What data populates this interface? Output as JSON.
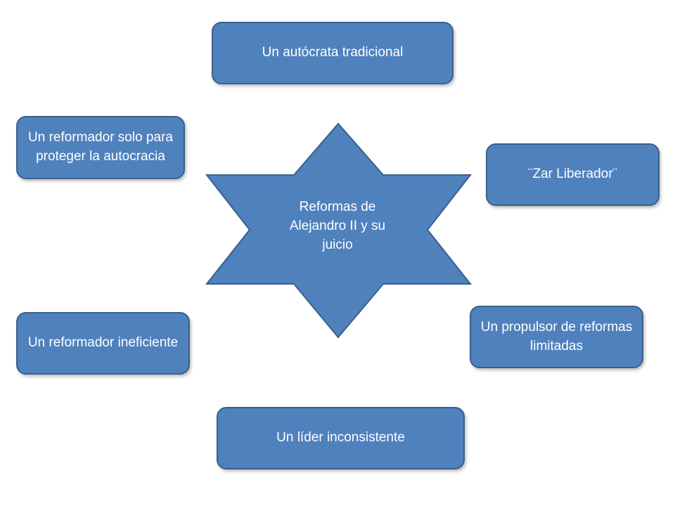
{
  "center": {
    "label": "Reformas de Alejandro II y su juicio"
  },
  "nodes": {
    "top": "Un autócrata tradicional",
    "upper_left": "Un reformador solo para proteger la autocracia",
    "upper_right": "¨Zar Liberador¨",
    "lower_right": "Un propulsor de reformas  limitadas",
    "lower_left": "Un reformador ineficiente",
    "bottom": "Un líder inconsistente"
  },
  "colors": {
    "fill": "#4f81bd",
    "border": "#3b5f8c",
    "text": "#ffffff",
    "background": "#ffffff"
  }
}
